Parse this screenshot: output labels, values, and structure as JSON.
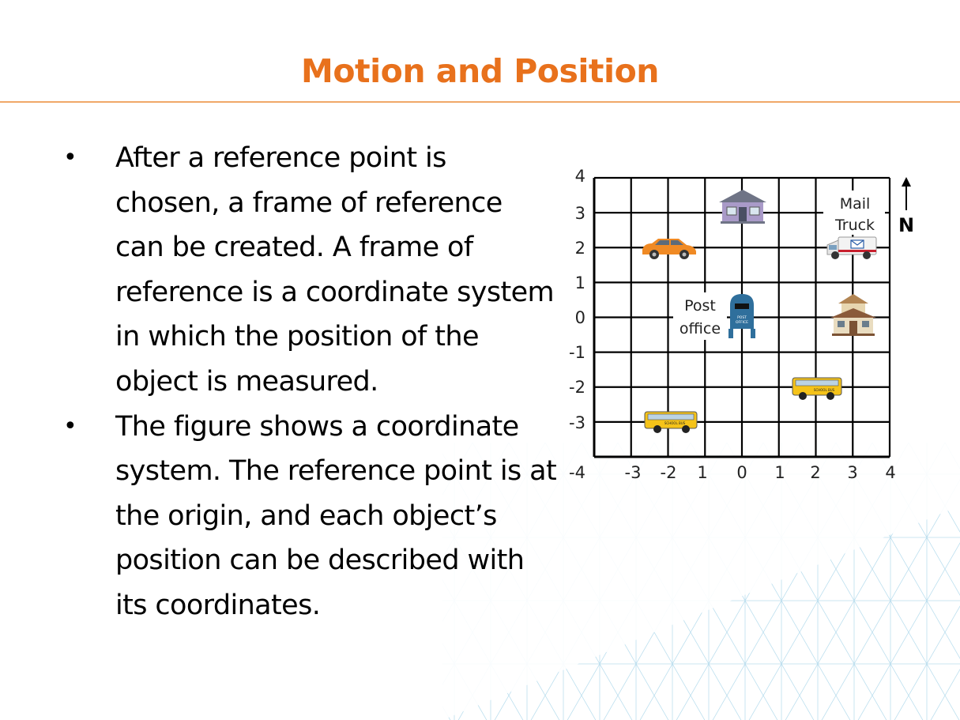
{
  "slide": {
    "title": "Motion and Position",
    "accent_color": "#e8711c",
    "bullets": [
      "After a reference point is chosen, a frame of reference can be created. A frame of reference is a coordinate system in which the position of the object is measured.",
      "The figure shows a coordinate system. The reference point is at the origin, and each object’s position can be described with its coordinates."
    ]
  },
  "figure": {
    "y_labels": [
      "4",
      "3",
      "2",
      "1",
      "0",
      "-1",
      "-2",
      "-3",
      "-4"
    ],
    "x_labels": [
      "-3",
      "-2",
      "1",
      "0",
      "1",
      "2",
      "3",
      "4"
    ],
    "compass": "N",
    "labels": {
      "mail_line1": "Mail",
      "mail_line2": "Truck",
      "post_line1": "Post",
      "post_line2": "office",
      "mailbox_text1": "POST",
      "mailbox_text2": "OFFICE",
      "bus_sign": "SCHOOL BUS"
    },
    "objects": [
      {
        "name": "house",
        "icon": "house-icon",
        "x": 0,
        "y": 3
      },
      {
        "name": "car",
        "icon": "car-icon",
        "x": -2,
        "y": 2
      },
      {
        "name": "mail-truck",
        "icon": "mail-truck-icon",
        "x": 3,
        "y": 2
      },
      {
        "name": "post-office",
        "icon": "mailbox-icon",
        "x": 0,
        "y": 0
      },
      {
        "name": "house-2",
        "icon": "house-icon",
        "x": 3,
        "y": 0
      },
      {
        "name": "school-bus-1",
        "icon": "school-bus-icon",
        "x": 2,
        "y": -2
      },
      {
        "name": "school-bus-2",
        "icon": "school-bus-icon",
        "x": -2,
        "y": -3
      }
    ]
  }
}
